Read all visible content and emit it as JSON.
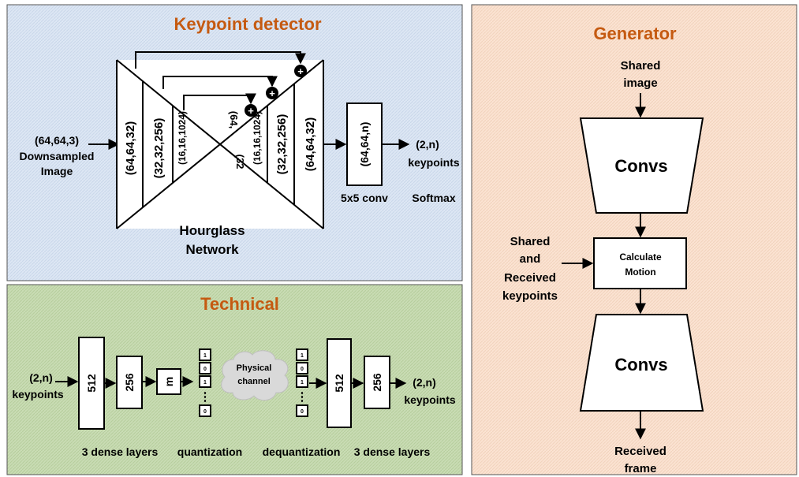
{
  "keypoint_detector": {
    "title": "Keypoint detector",
    "input_shape": "(64,64,3)",
    "input_line1": "Downsampled",
    "input_line2": "Image",
    "enc_layers": [
      "(64,64,32)",
      "(32,32,256)",
      "(16,16,1024)"
    ],
    "dec_partial": "(64,",
    "dec_partial2": "(32",
    "dec_layers": [
      "(16,16,1024)",
      "(32,32,256)",
      "(64,64,32)"
    ],
    "hourglass_line1": "Hourglass",
    "hourglass_line2": "Network",
    "conv_box": "(64,64,n)",
    "conv_label": "5x5 conv",
    "output_shape": "(2,n)",
    "output_label": "keypoints",
    "softmax_label": "Softmax",
    "plus_symbol": "+"
  },
  "technical": {
    "title": "Technical",
    "input_shape": "(2,n)",
    "input_label": "keypoints",
    "enc_boxes": [
      "512",
      "256",
      "m"
    ],
    "bits_left": [
      "1",
      "0",
      "1",
      "0"
    ],
    "channel_line1": "Physical",
    "channel_line2": "channel",
    "bits_right": [
      "1",
      "0",
      "1",
      "0"
    ],
    "dec_boxes": [
      "512",
      "256"
    ],
    "output_shape": "(2,n)",
    "output_label": "keypoints",
    "dots": "⋮",
    "label_dense_left": "3 dense layers",
    "label_quant": "quantization",
    "label_dequant": "dequantization",
    "label_dense_right": "3 dense layers"
  },
  "generator": {
    "title": "Generator",
    "shared_image_line1": "Shared",
    "shared_image_line2": "image",
    "convs_top": "Convs",
    "keypoints_line1": "Shared",
    "keypoints_line2": "and",
    "keypoints_line3": "Received",
    "keypoints_line4": "keypoints",
    "calc_line1": "Calculate",
    "calc_line2": "Motion",
    "convs_bottom": "Convs",
    "output_line1": "Received",
    "output_line2": "frame"
  },
  "colors": {
    "keypoint_bg": "#dde7f4",
    "technical_bg": "#c9dcb4",
    "generator_bg": "#fbe3d2",
    "title": "#c55a11"
  }
}
